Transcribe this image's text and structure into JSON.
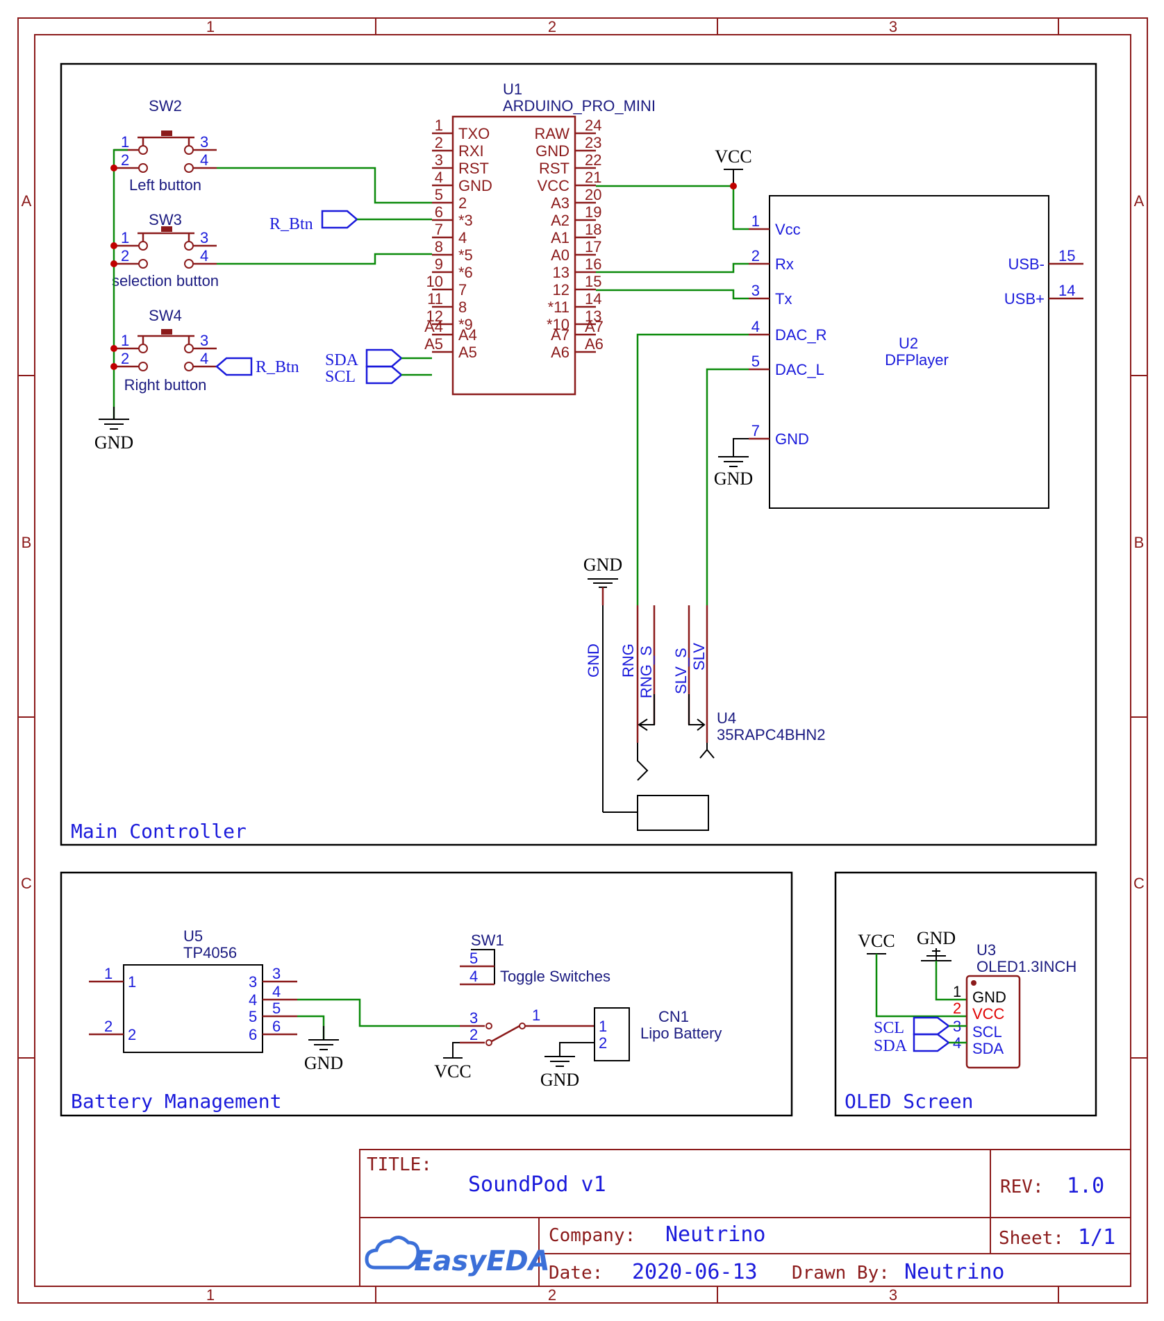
{
  "sheet": {
    "col_labels": [
      "1",
      "2",
      "3"
    ],
    "row_labels": [
      "A",
      "B",
      "C"
    ]
  },
  "sections": {
    "main": "Main Controller",
    "battery": "Battery Management",
    "oled": "OLED Screen"
  },
  "switches": {
    "sw2": {
      "ref": "SW2",
      "label": "Left button"
    },
    "sw3": {
      "ref": "SW3",
      "label": "selection button"
    },
    "sw4": {
      "ref": "SW4",
      "label": "Right button"
    },
    "pins": [
      "1",
      "2",
      "3",
      "4"
    ]
  },
  "gnd_label": "GND",
  "vcc_label": "VCC",
  "net_rbtn": "R_Btn",
  "net_sda": "SDA",
  "net_scl": "SCL",
  "u1": {
    "ref": "U1",
    "name": "ARDUINO_PRO_MINI",
    "left_pins": [
      {
        "num": "1",
        "name": "TXO"
      },
      {
        "num": "2",
        "name": "RXI"
      },
      {
        "num": "3",
        "name": "RST"
      },
      {
        "num": "4",
        "name": "GND"
      },
      {
        "num": "5",
        "name": "2"
      },
      {
        "num": "6",
        "name": "*3"
      },
      {
        "num": "7",
        "name": "4"
      },
      {
        "num": "8",
        "name": "*5"
      },
      {
        "num": "9",
        "name": "*6"
      },
      {
        "num": "10",
        "name": "7"
      },
      {
        "num": "11",
        "name": "8"
      },
      {
        "num": "12",
        "name": "*9"
      },
      {
        "num": "A4",
        "name": "A4"
      },
      {
        "num": "A5",
        "name": "A5"
      }
    ],
    "right_pins": [
      {
        "num": "24",
        "name": "RAW"
      },
      {
        "num": "23",
        "name": "GND"
      },
      {
        "num": "22",
        "name": "RST"
      },
      {
        "num": "21",
        "name": "VCC"
      },
      {
        "num": "20",
        "name": "A3"
      },
      {
        "num": "19",
        "name": "A2"
      },
      {
        "num": "18",
        "name": "A1"
      },
      {
        "num": "17",
        "name": "A0"
      },
      {
        "num": "16",
        "name": "13"
      },
      {
        "num": "15",
        "name": "12"
      },
      {
        "num": "14",
        "name": "*11"
      },
      {
        "num": "13",
        "name": "*10"
      },
      {
        "num": "A7",
        "name": "A7"
      },
      {
        "num": "A6",
        "name": "A6"
      }
    ]
  },
  "u2": {
    "ref": "U2",
    "name": "DFPlayer",
    "left_pins": [
      {
        "num": "1",
        "name": "Vcc"
      },
      {
        "num": "2",
        "name": "Rx"
      },
      {
        "num": "3",
        "name": "Tx"
      },
      {
        "num": "4",
        "name": "DAC_R"
      },
      {
        "num": "5",
        "name": "DAC_L"
      },
      {
        "num": "7",
        "name": "GND"
      }
    ],
    "right_pins": [
      {
        "num": "15",
        "name": "USB-"
      },
      {
        "num": "14",
        "name": "USB+"
      }
    ]
  },
  "u4": {
    "ref": "U4",
    "name": "35RAPC4BHN2",
    "pins": [
      "GND",
      "RNG",
      "RNG_S",
      "SLV_S",
      "SLV"
    ]
  },
  "u5": {
    "ref": "U5",
    "name": "TP4056",
    "left_pins": [
      {
        "num": "1",
        "name": "1"
      },
      {
        "num": "2",
        "name": "2"
      }
    ],
    "right_pins": [
      {
        "num": "3",
        "name": "3"
      },
      {
        "num": "4",
        "name": "4"
      },
      {
        "num": "5",
        "name": "5"
      },
      {
        "num": "6",
        "name": "6"
      }
    ]
  },
  "sw1": {
    "ref": "SW1",
    "label": "Toggle Switches",
    "pins": [
      "5",
      "4",
      "3",
      "2",
      "1"
    ]
  },
  "cn1": {
    "ref": "CN1",
    "name": "Lipo Battery",
    "pins": [
      "1",
      "2"
    ]
  },
  "u3": {
    "ref": "U3",
    "name": "OLED1.3INCH",
    "pins": [
      {
        "num": "1",
        "name": "GND"
      },
      {
        "num": "2",
        "name": "VCC"
      },
      {
        "num": "3",
        "name": "SCL"
      },
      {
        "num": "4",
        "name": "SDA"
      }
    ]
  },
  "title_block": {
    "title_label": "TITLE:",
    "title": "SoundPod v1",
    "rev_label": "REV:",
    "rev": "1.0",
    "company_label": "Company:",
    "company": "Neutrino",
    "sheet_label": "Sheet:",
    "sheet": "1/1",
    "date_label": "Date:",
    "date": "2020-06-13",
    "drawn_label": "Drawn By:",
    "drawn_by": "Neutrino",
    "logo": "EasyEDA"
  },
  "colors": {
    "frame": "#8b1a1a",
    "wire": "#0a8a0a",
    "net": "#1a1adb",
    "junction": "#c00000"
  }
}
